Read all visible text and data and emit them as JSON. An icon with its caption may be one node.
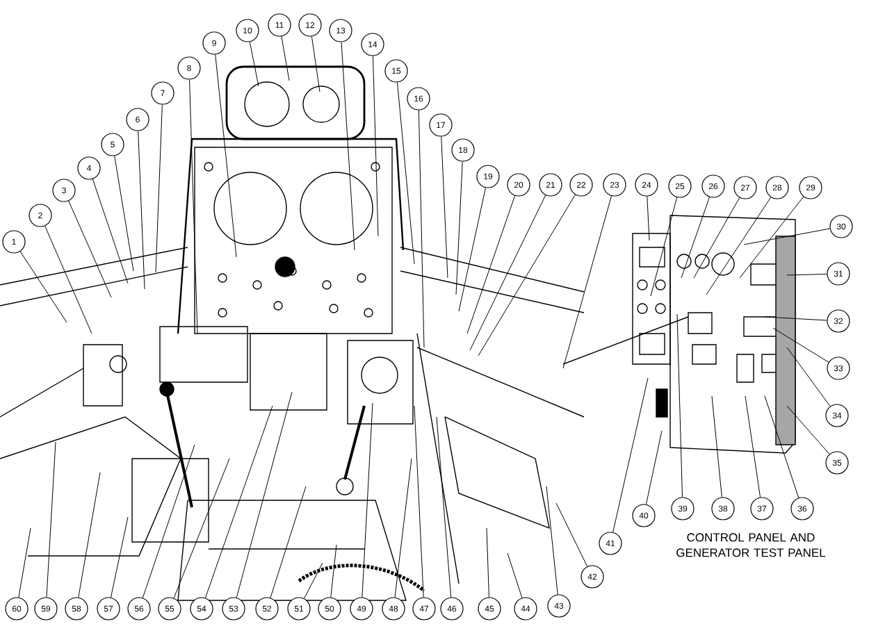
{
  "diagram": {
    "nodes": [
      {
        "text": [
          "1"
        ]
      },
      {
        "text": [
          "2"
        ]
      },
      {
        "text": [
          "3"
        ]
      },
      {
        "text": [
          "4"
        ]
      },
      {
        "text": [
          "5"
        ]
      },
      {
        "text": [
          "6"
        ]
      },
      {
        "text": [
          "7"
        ]
      },
      {
        "text": [
          "8"
        ]
      },
      {
        "text": [
          "9"
        ]
      },
      {
        "text": [
          "10"
        ]
      },
      {
        "text": [
          "11"
        ]
      },
      {
        "text": [
          "12"
        ]
      },
      {
        "text": [
          "13"
        ]
      },
      {
        "text": [
          "14"
        ]
      },
      {
        "text": [
          "15"
        ]
      },
      {
        "text": [
          "16"
        ]
      },
      {
        "text": [
          "17"
        ]
      },
      {
        "text": [
          "18"
        ]
      },
      {
        "text": [
          "19"
        ]
      },
      {
        "text": [
          "20"
        ]
      },
      {
        "text": [
          "21"
        ]
      },
      {
        "text": [
          "22"
        ]
      },
      {
        "text": [
          "23"
        ]
      },
      {
        "text": [
          "24"
        ]
      },
      {
        "text": [
          "25"
        ]
      },
      {
        "text": [
          "26"
        ]
      },
      {
        "text": [
          "27"
        ]
      },
      {
        "text": [
          "28"
        ]
      },
      {
        "text": [
          "29"
        ]
      },
      {
        "text": [
          "30"
        ]
      },
      {
        "text": [
          "31"
        ]
      },
      {
        "text": [
          "32"
        ]
      },
      {
        "text": [
          "33"
        ]
      },
      {
        "text": [
          "34"
        ]
      },
      {
        "text": [
          "35"
        ]
      },
      {
        "text": [
          "36"
        ]
      },
      {
        "text": [
          "37"
        ]
      },
      {
        "text": [
          "38"
        ]
      },
      {
        "text": [
          "39"
        ]
      },
      {
        "text": [
          "40"
        ]
      },
      {
        "text": [
          "41"
        ]
      },
      {
        "text": [
          "42"
        ]
      },
      {
        "text": [
          "43"
        ]
      },
      {
        "text": [
          "44"
        ]
      },
      {
        "text": [
          "45"
        ]
      },
      {
        "text": [
          "46"
        ]
      },
      {
        "text": [
          "47"
        ]
      },
      {
        "text": [
          "48"
        ]
      },
      {
        "text": [
          "49"
        ]
      },
      {
        "text": [
          "50"
        ]
      },
      {
        "text": [
          "51"
        ]
      },
      {
        "text": [
          "52"
        ]
      },
      {
        "text": [
          "53"
        ]
      },
      {
        "text": [
          "54"
        ]
      },
      {
        "text": [
          "55"
        ]
      },
      {
        "text": [
          "56"
        ]
      },
      {
        "text": [
          "57"
        ]
      },
      {
        "text": [
          "58"
        ]
      },
      {
        "text": [
          "59"
        ]
      },
      {
        "text": [
          "60"
        ]
      }
    ],
    "edges": [
      {
        "from": 0,
        "to": null,
        "arrow": "none"
      },
      {
        "from": 1,
        "to": null,
        "arrow": "none"
      },
      {
        "from": 2,
        "to": null,
        "arrow": "none"
      },
      {
        "from": 3,
        "to": null,
        "arrow": "none"
      },
      {
        "from": 4,
        "to": null,
        "arrow": "none"
      },
      {
        "from": 5,
        "to": null,
        "arrow": "none"
      },
      {
        "from": 6,
        "to": null,
        "arrow": "none"
      },
      {
        "from": 7,
        "to": null,
        "arrow": "none"
      },
      {
        "from": 8,
        "to": null,
        "arrow": "none"
      },
      {
        "from": 9,
        "to": null,
        "arrow": "none"
      },
      {
        "from": 10,
        "to": null,
        "arrow": "none"
      },
      {
        "from": 11,
        "to": null,
        "arrow": "none"
      },
      {
        "from": 12,
        "to": null,
        "arrow": "none"
      },
      {
        "from": 13,
        "to": null,
        "arrow": "none"
      },
      {
        "from": 14,
        "to": null,
        "arrow": "none"
      },
      {
        "from": 15,
        "to": null,
        "arrow": "none"
      },
      {
        "from": 16,
        "to": null,
        "arrow": "none"
      },
      {
        "from": 17,
        "to": null,
        "arrow": "none"
      },
      {
        "from": 18,
        "to": null,
        "arrow": "none"
      },
      {
        "from": 19,
        "to": null,
        "arrow": "none"
      },
      {
        "from": 20,
        "to": null,
        "arrow": "none"
      },
      {
        "from": 21,
        "to": null,
        "arrow": "none"
      },
      {
        "from": 22,
        "to": null,
        "arrow": "none"
      },
      {
        "from": 23,
        "to": null,
        "arrow": "none"
      },
      {
        "from": 24,
        "to": null,
        "arrow": "none"
      },
      {
        "from": 25,
        "to": null,
        "arrow": "none"
      },
      {
        "from": 26,
        "to": null,
        "arrow": "none"
      },
      {
        "from": 27,
        "to": null,
        "arrow": "none"
      },
      {
        "from": 28,
        "to": null,
        "arrow": "none"
      },
      {
        "from": 29,
        "to": null,
        "arrow": "none"
      },
      {
        "from": 30,
        "to": null,
        "arrow": "none"
      },
      {
        "from": 31,
        "to": null,
        "arrow": "none"
      },
      {
        "from": 32,
        "to": null,
        "arrow": "none"
      },
      {
        "from": 33,
        "to": null,
        "arrow": "none"
      },
      {
        "from": 34,
        "to": null,
        "arrow": "none"
      },
      {
        "from": 35,
        "to": null,
        "arrow": "none"
      },
      {
        "from": 36,
        "to": null,
        "arrow": "none"
      },
      {
        "from": 37,
        "to": null,
        "arrow": "none"
      },
      {
        "from": 38,
        "to": null,
        "arrow": "none"
      },
      {
        "from": 39,
        "to": null,
        "arrow": "none"
      },
      {
        "from": 40,
        "to": null,
        "arrow": "none"
      },
      {
        "from": 41,
        "to": null,
        "arrow": "none"
      },
      {
        "from": 42,
        "to": null,
        "arrow": "none"
      },
      {
        "from": 43,
        "to": null,
        "arrow": "none"
      },
      {
        "from": 44,
        "to": null,
        "arrow": "none"
      },
      {
        "from": 45,
        "to": null,
        "arrow": "none"
      },
      {
        "from": 46,
        "to": null,
        "arrow": "none"
      },
      {
        "from": 47,
        "to": null,
        "arrow": "none"
      },
      {
        "from": 48,
        "to": null,
        "arrow": "none"
      },
      {
        "from": 49,
        "to": null,
        "arrow": "none"
      },
      {
        "from": 50,
        "to": null,
        "arrow": "none"
      },
      {
        "from": 51,
        "to": null,
        "arrow": "none"
      },
      {
        "from": 52,
        "to": null,
        "arrow": "none"
      },
      {
        "from": 53,
        "to": null,
        "arrow": "none"
      },
      {
        "from": 54,
        "to": null,
        "arrow": "none"
      },
      {
        "from": 55,
        "to": null,
        "arrow": "none"
      },
      {
        "from": 56,
        "to": null,
        "arrow": "none"
      },
      {
        "from": 57,
        "to": null,
        "arrow": "none"
      },
      {
        "from": 58,
        "to": null,
        "arrow": "none"
      },
      {
        "from": 59,
        "to": null,
        "arrow": "none"
      }
    ],
    "labels": [
      "CONTROL PANEL AND GENERATOR TEST PANEL"
    ]
  }
}
